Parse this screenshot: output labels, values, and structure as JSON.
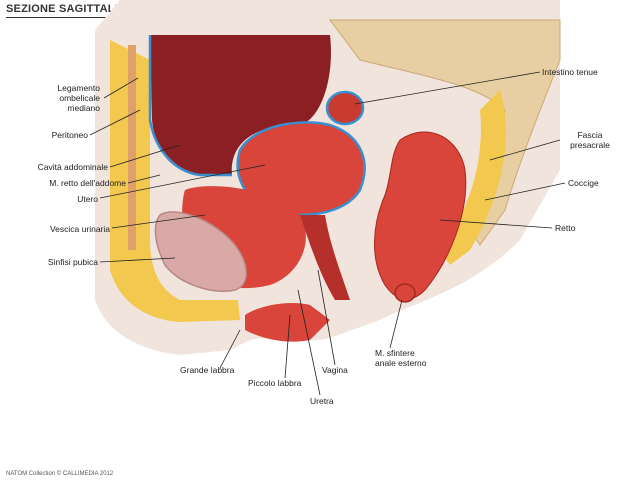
{
  "title": "SEZIONE SAGITTALE DEL BACINO FEMMINILE",
  "credit": "NATOM Collection © CALLIMEDIA 2012",
  "labels": {
    "legamento_line1": "Legamento",
    "legamento_line2": "ombelicale",
    "legamento_line3": "mediano",
    "peritoneo": "Peritoneo",
    "cavita": "Cavità addominale",
    "retto_addome": "M. retto dell'addome",
    "utero": "Utero",
    "vescica": "Vescica urinaria",
    "sinfisi": "Sinfisi pubica",
    "grande_labbra": "Grande labbra",
    "piccolo_labbra": "Piccolo labbra",
    "uretra": "Uretra",
    "vagina": "Vagina",
    "sfintere_line1": "M. sfintere",
    "sfintere_line2": "anale esterno",
    "intestino": "Intestino tenue",
    "fascia_line1": "Fascia",
    "fascia_line2": "presacrale",
    "coccige": "Coccige",
    "retto": "Retto"
  },
  "colors": {
    "cavity": "#8c1f24",
    "fat": "#f2c84e",
    "muscle": "#d9453a",
    "peritoneum": "#3a8fd0",
    "bone": "#e8cfa3",
    "skin": "#f1e4dc",
    "bladder": "#d9a9a8"
  }
}
